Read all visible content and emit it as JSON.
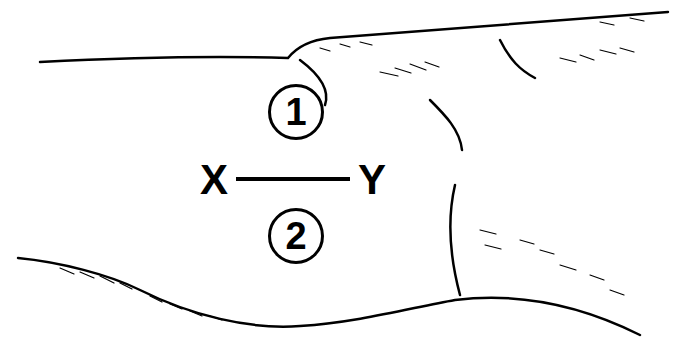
{
  "diagram": {
    "nodes": [
      {
        "text": [
          "1"
        ]
      },
      {
        "text": [
          "2"
        ]
      }
    ],
    "labels": [
      "X",
      "Y"
    ]
  }
}
